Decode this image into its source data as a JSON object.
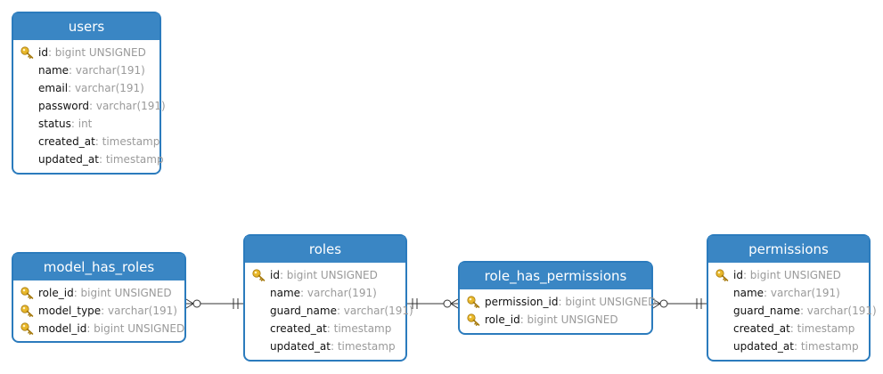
{
  "tables": {
    "users": {
      "title": "users",
      "columns": [
        {
          "name": "id",
          "type": ": bigint UNSIGNED",
          "pk": true
        },
        {
          "name": "name",
          "type": ": varchar(191)",
          "pk": false
        },
        {
          "name": "email",
          "type": ": varchar(191)",
          "pk": false
        },
        {
          "name": "password",
          "type": ": varchar(191)",
          "pk": false
        },
        {
          "name": "status",
          "type": ": int",
          "pk": false
        },
        {
          "name": "created_at",
          "type": ": timestamp",
          "pk": false
        },
        {
          "name": "updated_at",
          "type": ": timestamp",
          "pk": false
        }
      ]
    },
    "model_has_roles": {
      "title": "model_has_roles",
      "columns": [
        {
          "name": "role_id",
          "type": ": bigint UNSIGNED",
          "pk": true
        },
        {
          "name": "model_type",
          "type": ": varchar(191)",
          "pk": true
        },
        {
          "name": "model_id",
          "type": ": bigint UNSIGNED",
          "pk": true
        }
      ]
    },
    "roles": {
      "title": "roles",
      "columns": [
        {
          "name": "id",
          "type": ": bigint UNSIGNED",
          "pk": true
        },
        {
          "name": "name",
          "type": ": varchar(191)",
          "pk": false
        },
        {
          "name": "guard_name",
          "type": ": varchar(191)",
          "pk": false
        },
        {
          "name": "created_at",
          "type": ": timestamp",
          "pk": false
        },
        {
          "name": "updated_at",
          "type": ": timestamp",
          "pk": false
        }
      ]
    },
    "role_has_permissions": {
      "title": "role_has_permissions",
      "columns": [
        {
          "name": "permission_id",
          "type": ": bigint UNSIGNED",
          "pk": true
        },
        {
          "name": "role_id",
          "type": ": bigint UNSIGNED",
          "pk": true
        }
      ]
    },
    "permissions": {
      "title": "permissions",
      "columns": [
        {
          "name": "id",
          "type": ": bigint UNSIGNED",
          "pk": true
        },
        {
          "name": "name",
          "type": ": varchar(191)",
          "pk": false
        },
        {
          "name": "guard_name",
          "type": ": varchar(191)",
          "pk": false
        },
        {
          "name": "created_at",
          "type": ": timestamp",
          "pk": false
        },
        {
          "name": "updated_at",
          "type": ": timestamp",
          "pk": false
        }
      ]
    }
  },
  "relations": [
    {
      "from": "model_has_roles",
      "to": "roles",
      "from_end": "zero-or-many",
      "to_end": "one-and-only-one"
    },
    {
      "from": "roles",
      "to": "role_has_permissions",
      "from_end": "one-and-only-one",
      "to_end": "zero-or-many"
    },
    {
      "from": "role_has_permissions",
      "to": "permissions",
      "from_end": "zero-or-many",
      "to_end": "one-and-only-one"
    }
  ],
  "colors": {
    "header": "#3a86c4",
    "border": "#2b7bbd",
    "type_text": "#9a9a9a",
    "key_icon": "#e8b72a"
  }
}
